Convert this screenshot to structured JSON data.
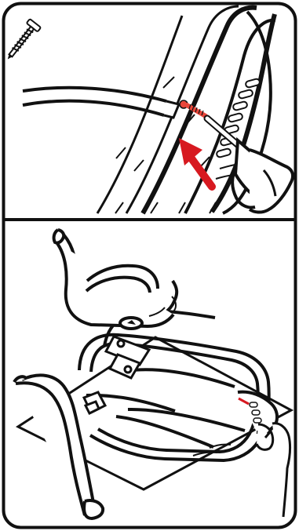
{
  "figure": {
    "panel_count": 2,
    "panels": [
      {
        "id": "top",
        "content": "screw-insertion-closeup"
      },
      {
        "id": "bottom",
        "content": "frame-attachment-overview"
      }
    ],
    "colors": {
      "line": "#111111",
      "background": "#ffffff",
      "arrow": "#d71920",
      "screw_highlight": "#e9463a"
    }
  },
  "icons": {
    "screw": "screw-icon",
    "arrow": "up-arrow-icon",
    "screwdriver": "screwdriver-icon",
    "hand": "hand-icon"
  }
}
